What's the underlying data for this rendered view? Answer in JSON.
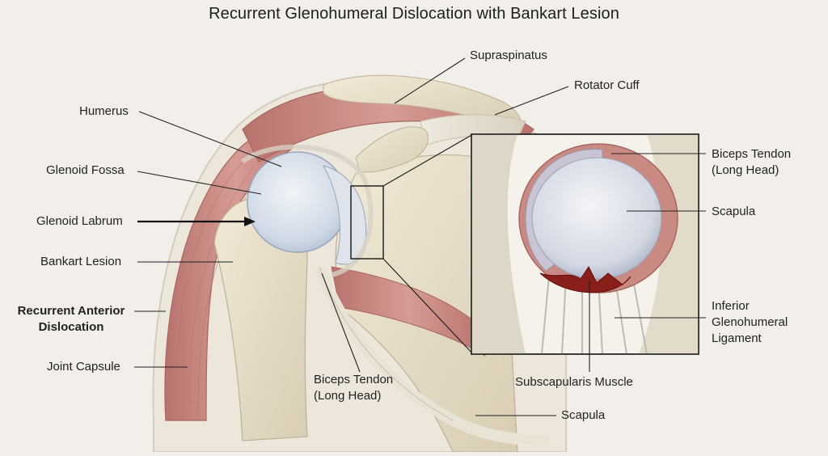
{
  "title": "Recurrent Glenohumeral Dislocation with Bankart Lesion",
  "labels": {
    "supraspinatus": "Supraspinatus",
    "rotator_cuff": "Rotator Cuff",
    "humerus": "Humerus",
    "glenoid_fossa": "Glenoid Fossa",
    "glenoid_labrum": "Glenoid Labrum",
    "bankart_lesion": "Bankart Lesion",
    "recurrent_anterior_dislocation_line1": "Recurrent Anterior",
    "recurrent_anterior_dislocation_line2": "Dislocation",
    "joint_capsule": "Joint Capsule",
    "biceps_tendon_bottom_line1": "Biceps Tendon",
    "biceps_tendon_bottom_line2": "(Long Head)",
    "scapula_bottom": "Scapula",
    "biceps_tendon_inset_line1": "Biceps Tendon",
    "biceps_tendon_inset_line2": "(Long Head)",
    "scapula_inset": "Scapula",
    "inferior_ligament_line1": "Inferior",
    "inferior_ligament_line2": "Glenohumeral",
    "inferior_ligament_line3": "Ligament",
    "subscapularis_muscle": "Subscapularis Muscle"
  },
  "colors": {
    "background": "#f2efea",
    "muscle": "#c98a84",
    "bone": "#e8dfcc",
    "cartilage": "#cfdbe8",
    "tendon": "#e9e4d8",
    "lesion": "#8a1e1a",
    "line": "#222222"
  }
}
